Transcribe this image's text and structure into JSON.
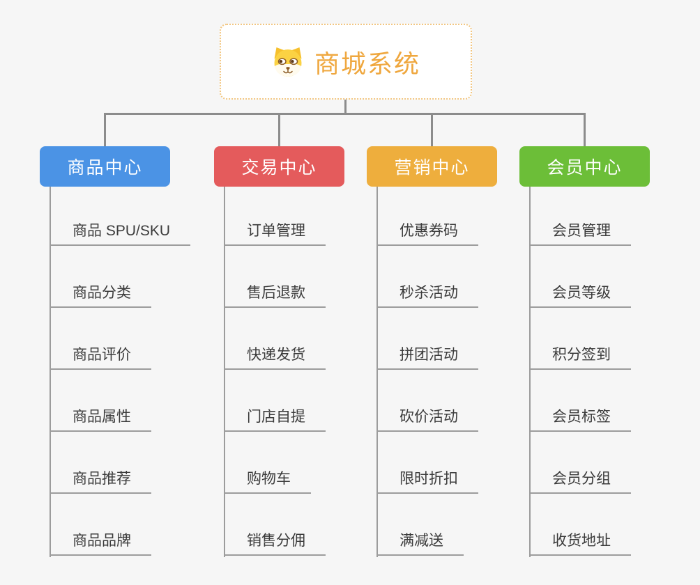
{
  "root": {
    "title": "商城系统",
    "icon": "shiba-dog-face-icon"
  },
  "branches": [
    {
      "label": "商品中心",
      "color": "#4b93e5",
      "items": [
        "商品 SPU/SKU",
        "商品分类",
        "商品评价",
        "商品属性",
        "商品推荐",
        "商品品牌"
      ]
    },
    {
      "label": "交易中心",
      "color": "#e45b5c",
      "items": [
        "订单管理",
        "售后退款",
        "快递发货",
        "门店自提",
        "购物车",
        "销售分佣"
      ]
    },
    {
      "label": "营销中心",
      "color": "#eeae3d",
      "items": [
        "优惠券码",
        "秒杀活动",
        "拼团活动",
        "砍价活动",
        "限时折扣",
        "满减送"
      ]
    },
    {
      "label": "会员中心",
      "color": "#6cbe38",
      "items": [
        "会员管理",
        "会员等级",
        "积分签到",
        "会员标签",
        "会员分组",
        "收货地址"
      ]
    }
  ],
  "colors": {
    "background": "#f6f6f6",
    "connector": "#8c8c8c",
    "leaf_line": "#9c9c9c",
    "leaf_text": "#3b3b3b",
    "root_text": "#efa73e",
    "root_border": "#f2c681"
  }
}
